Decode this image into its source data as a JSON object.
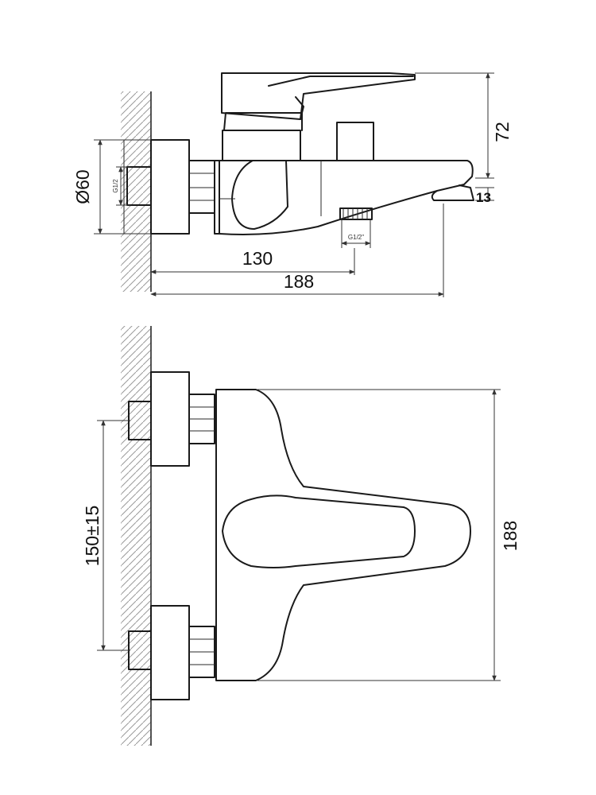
{
  "side_view": {
    "dims": {
      "diameter": "Ø60",
      "height": "72",
      "spout_drop": "13",
      "outlet_offset": "130",
      "total_depth": "188"
    },
    "threads": {
      "inlet": "G1/2",
      "outlet": "G1/2\""
    }
  },
  "front_view": {
    "dims": {
      "inlet_spacing": "150±15",
      "width": "188"
    }
  }
}
